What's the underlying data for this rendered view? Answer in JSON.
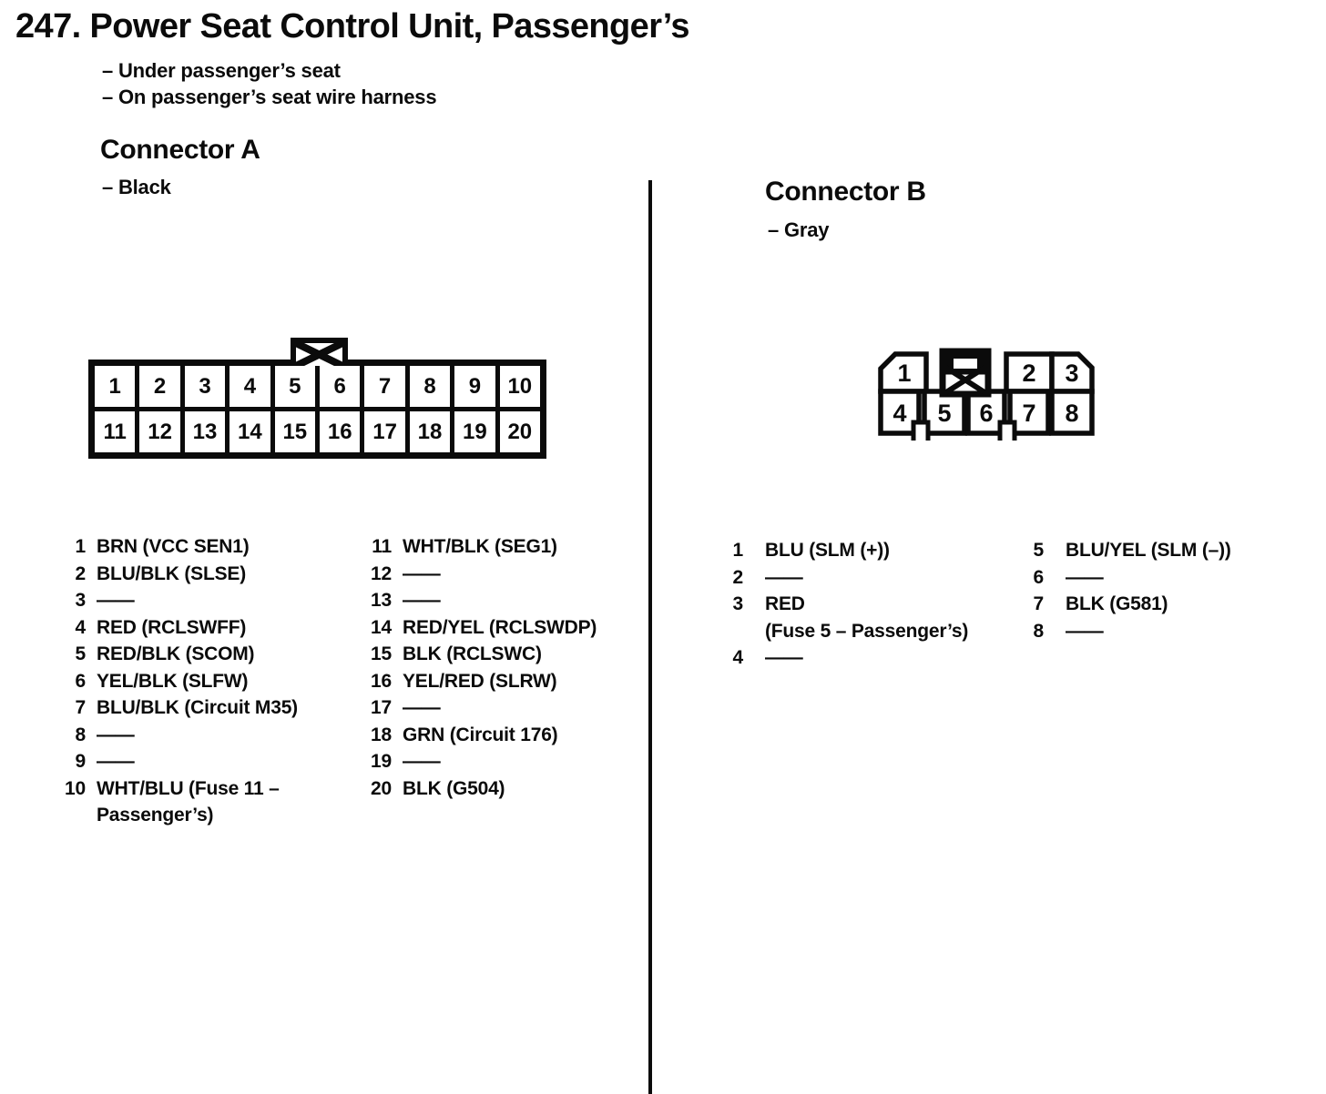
{
  "page": {
    "title": "247. Power Seat Control Unit, Passenger’s",
    "location_notes": [
      "– Under passenger’s seat",
      "– On passenger’s seat wire harness"
    ]
  },
  "connector_a": {
    "heading": "Connector A",
    "color_note": "– Black",
    "pins": [
      {
        "pin": "1",
        "label": "BRN (VCC SEN1)"
      },
      {
        "pin": "2",
        "label": "BLU/BLK (SLSE)"
      },
      {
        "pin": "3",
        "label": "——"
      },
      {
        "pin": "4",
        "label": "RED (RCLSWFF)"
      },
      {
        "pin": "5",
        "label": "RED/BLK (SCOM)"
      },
      {
        "pin": "6",
        "label": "YEL/BLK (SLFW)"
      },
      {
        "pin": "7",
        "label": "BLU/BLK (Circuit M35)"
      },
      {
        "pin": "8",
        "label": "——"
      },
      {
        "pin": "9",
        "label": "——"
      },
      {
        "pin": "10",
        "label": "WHT/BLU (Fuse 11 –\nPassenger’s)"
      },
      {
        "pin": "11",
        "label": "WHT/BLK (SEG1)"
      },
      {
        "pin": "12",
        "label": "——"
      },
      {
        "pin": "13",
        "label": "——"
      },
      {
        "pin": "14",
        "label": "RED/YEL (RCLSWDP)"
      },
      {
        "pin": "15",
        "label": "BLK (RCLSWC)"
      },
      {
        "pin": "16",
        "label": "YEL/RED (SLRW)"
      },
      {
        "pin": "17",
        "label": "——"
      },
      {
        "pin": "18",
        "label": "GRN (Circuit 176)"
      },
      {
        "pin": "19",
        "label": "——"
      },
      {
        "pin": "20",
        "label": "BLK (G504)"
      }
    ]
  },
  "connector_b": {
    "heading": "Connector B",
    "color_note": "– Gray",
    "pins": [
      {
        "pin": "1",
        "label": "BLU (SLM (+))"
      },
      {
        "pin": "2",
        "label": "——"
      },
      {
        "pin": "3",
        "label": "RED\n(Fuse 5 – Passenger’s)"
      },
      {
        "pin": "4",
        "label": "——"
      },
      {
        "pin": "5",
        "label": "BLU/YEL (SLM (–))"
      },
      {
        "pin": "6",
        "label": "——"
      },
      {
        "pin": "7",
        "label": "BLK (G581)"
      },
      {
        "pin": "8",
        "label": "——"
      }
    ]
  }
}
